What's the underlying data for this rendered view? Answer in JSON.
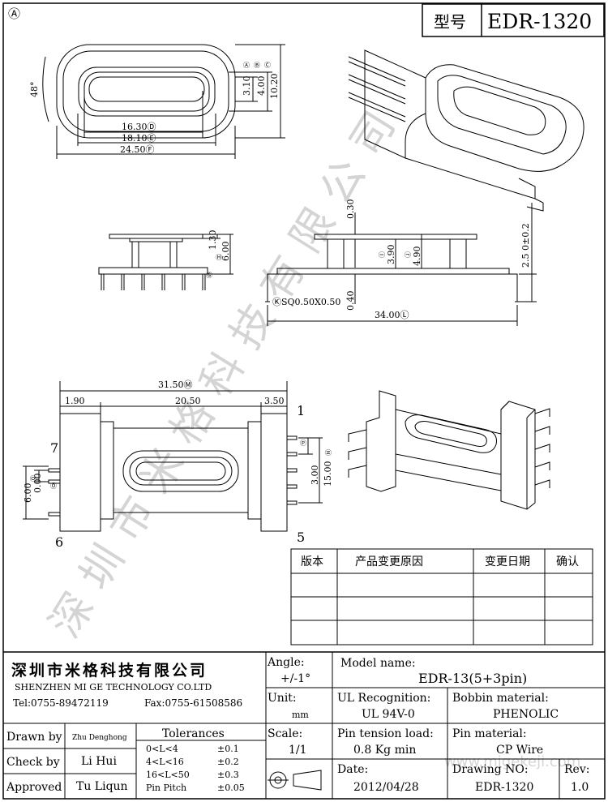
{
  "title_block": {
    "model_label": "型号",
    "model": "EDR-1320",
    "corner_mark": "Ⓐ"
  },
  "company": {
    "name_cn": "深圳市米格科技有限公司",
    "name_en": "SHENZHEN  MI GE TECHNOLOGY  CO.LTD",
    "tel": "Tel:0755-89472119",
    "fax": "Fax:0755-61508586"
  },
  "watermark": {
    "text_cn": "深圳市米格科技有限公司",
    "url": "www.migekeji.com"
  },
  "revision_table": {
    "headers": [
      "版本",
      "产品变更原因",
      "变更日期",
      "确认"
    ],
    "rows": [
      [
        "",
        "",
        "",
        ""
      ],
      [
        "",
        "",
        "",
        ""
      ],
      [
        "",
        "",
        "",
        ""
      ]
    ]
  },
  "spec": {
    "angle_label": "Angle:",
    "angle_value": "+/-1°",
    "unit_label": "Unit:",
    "unit_value": "mm",
    "scale_label": "Scale:",
    "scale_value": "1/1",
    "model_name_label": "Model name:",
    "model_name_value": "EDR-13(5+3pin)",
    "ul_label": "UL Recognition:",
    "ul_value": "UL 94V-0",
    "bobbin_label": "Bobbin material:",
    "bobbin_value": "PHENOLIC",
    "pin_tension_label": "Pin tension load:",
    "pin_tension_value": "0.8 Kg min",
    "pin_material_label": "Pin material:",
    "pin_material_value": "CP Wire",
    "date_label": "Date:",
    "date_value": "2012/04/28",
    "drawing_no_label": "Drawing NO:",
    "drawing_no_value": "EDR-1320",
    "rev_label": "Rev:",
    "rev_value": "1.0"
  },
  "people": {
    "drawn_label": "Drawn by",
    "drawn_value": "Zhu Denghong",
    "check_label": "Check by",
    "check_value": "Li Hui",
    "approved_label": "Approved",
    "approved_value": "Tu Liqun"
  },
  "tolerances": {
    "title": "Tolerances",
    "rows": [
      {
        "range": "0<L<4",
        "value": "±0.1"
      },
      {
        "range": "4<L<16",
        "value": "±0.2"
      },
      {
        "range": "16<L<50",
        "value": "±0.3"
      },
      {
        "range": "Pin Pitch",
        "value": "±0.05"
      }
    ]
  },
  "dimensions": {
    "top": {
      "angle": "48°",
      "d": "16.30Ⓓ",
      "e": "18.10Ⓔ",
      "f": "24.50Ⓕ",
      "a": "3.10",
      "b": "4.00",
      "c": "10.20",
      "a_mark": "Ⓐ",
      "b_mark": "Ⓑ",
      "c_mark": "Ⓒ"
    },
    "side_small": {
      "h": "1.30",
      "g": "6.00",
      "h_mark": "Ⓗ",
      "g_mark": "Ⓖ"
    },
    "front": {
      "top_gap": "0.30",
      "i": "3.90",
      "j": "4.90",
      "i_mark": "Ⓘ",
      "j_mark": "Ⓙ",
      "right": "2.5 0±0.2",
      "bottom_gap": "0.40",
      "pin_sq": "ⓀSQ0.50X0.50",
      "length": "34.00Ⓛ"
    },
    "bottom": {
      "m": "31.50Ⓜ",
      "left": "1.90",
      "mid": "20.50",
      "right": "3.50",
      "pitch_p": "3.00",
      "n": "15.00",
      "p_mark": "Ⓟ",
      "n_mark": "Ⓝ",
      "o": "0.00",
      "q": "6.00",
      "o_mark": "Ⓞ",
      "q_mark": "Ⓠ",
      "pin1": "1",
      "pin5": "5",
      "pin6": "6",
      "pin7": "7"
    }
  }
}
